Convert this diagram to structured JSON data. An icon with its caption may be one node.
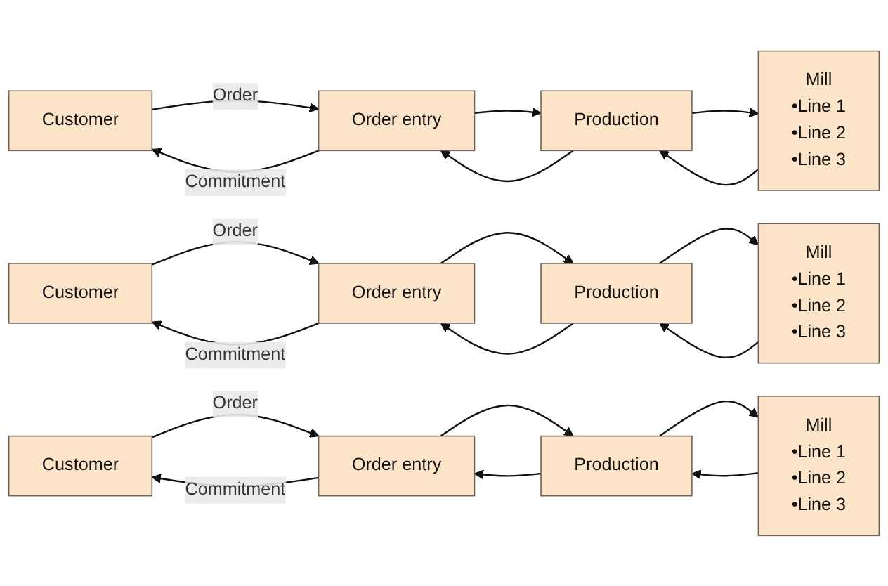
{
  "diagram": {
    "nodes": [
      {
        "text": [
          "Customer"
        ]
      },
      {
        "text": [
          "Order entry"
        ]
      },
      {
        "text": [
          "Production"
        ]
      },
      {
        "text": [
          "Mill",
          "•Line 1",
          "•Line 2",
          "•Line 3"
        ]
      },
      {
        "text": [
          "Customer"
        ]
      },
      {
        "text": [
          "Order entry"
        ]
      },
      {
        "text": [
          "Production"
        ]
      },
      {
        "text": [
          "Mill",
          "•Line 1",
          "•Line 2",
          "•Line 3"
        ]
      },
      {
        "text": [
          "Customer"
        ]
      },
      {
        "text": [
          "Order entry"
        ]
      },
      {
        "text": [
          "Production"
        ]
      },
      {
        "text": [
          "Mill",
          "•Line 1",
          "•Line 2",
          "•Line 3"
        ]
      }
    ],
    "edges": [
      {
        "from": 0,
        "to": 1,
        "arrow": "to",
        "label": "Order"
      },
      {
        "from": 1,
        "to": 0,
        "arrow": "to",
        "label": "Commitment"
      },
      {
        "from": 1,
        "to": 2,
        "arrow": "to"
      },
      {
        "from": 2,
        "to": 1,
        "arrow": "to"
      },
      {
        "from": 2,
        "to": 3,
        "arrow": "to"
      },
      {
        "from": 3,
        "to": 2,
        "arrow": "to"
      },
      {
        "from": 4,
        "to": 5,
        "arrow": "to",
        "label": "Order"
      },
      {
        "from": 5,
        "to": 4,
        "arrow": "to",
        "label": "Commitment"
      },
      {
        "from": 5,
        "to": 6,
        "arrow": "to"
      },
      {
        "from": 6,
        "to": 5,
        "arrow": "to"
      },
      {
        "from": 6,
        "to": 7,
        "arrow": "to"
      },
      {
        "from": 7,
        "to": 6,
        "arrow": "to"
      },
      {
        "from": 8,
        "to": 9,
        "arrow": "to",
        "label": "Order"
      },
      {
        "from": 9,
        "to": 8,
        "arrow": "to",
        "label": "Commitment"
      },
      {
        "from": 9,
        "to": 10,
        "arrow": "to"
      },
      {
        "from": 10,
        "to": 9,
        "arrow": "to"
      },
      {
        "from": 10,
        "to": 11,
        "arrow": "to"
      },
      {
        "from": 11,
        "to": 10,
        "arrow": "to"
      }
    ]
  }
}
